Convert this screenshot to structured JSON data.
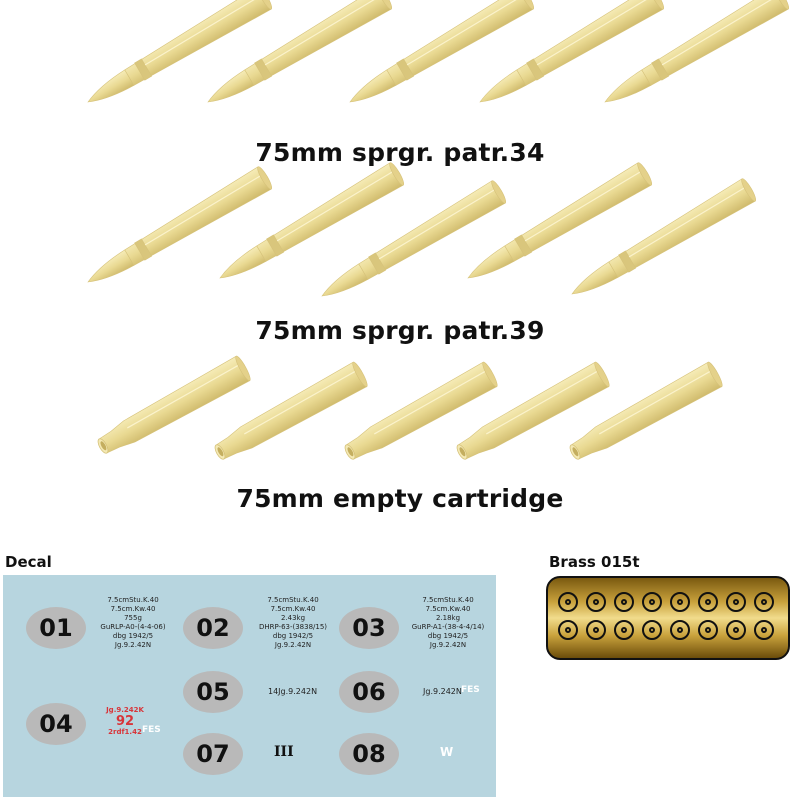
{
  "rows": [
    {
      "label": "75mm sprgr. patr.34",
      "count": 5
    },
    {
      "label": "75mm sprgr. patr.39",
      "count": 5
    },
    {
      "label": "75mm empty cartridge",
      "count": 5
    }
  ],
  "decal": {
    "title": "Decal",
    "items": [
      {
        "number": "01",
        "lines": [
          "7.5cmStu.K.40",
          "7.5cm.Kw.40",
          "755g",
          "GuRLP-A0-(4-4-06)",
          "dbg 1942/5",
          "Jg.9.2.42N"
        ]
      },
      {
        "number": "02",
        "lines": [
          "7.5cmStu.K.40",
          "7.5cm.Kw.40",
          "2.43kg",
          "DHRP-63-(3838/15)",
          "dbg 1942/5",
          "Jg.9.2.42N"
        ]
      },
      {
        "number": "03",
        "lines": [
          "7.5cmStu.K.40",
          "7.5cm.Kw.40",
          "2.18kg",
          "GuRP-A1-(38-4-4/14)",
          "dbg 1942/5",
          "Jg.9.2.42N"
        ]
      },
      {
        "number": "04",
        "lines": [
          "Jg.9.242K",
          "92",
          "2rdf1.42"
        ],
        "extra": "FES"
      },
      {
        "number": "05",
        "text": "14Jg.9.242N"
      },
      {
        "number": "06",
        "text": "Jg.9.242N",
        "extra": "FES"
      },
      {
        "number": "07",
        "text": "III"
      },
      {
        "number": "08",
        "text": "W"
      }
    ]
  },
  "brass": {
    "title": "Brass 015t",
    "rows": 2,
    "columns": 8
  },
  "colors": {
    "shell": "#ecdd9a",
    "shell_shadow": "#d6c27a",
    "decal_bg": "#b7d5df",
    "decal_circle": "#b9b9b9",
    "decal_red": "#d8353a",
    "brass": "#c9a23c"
  }
}
